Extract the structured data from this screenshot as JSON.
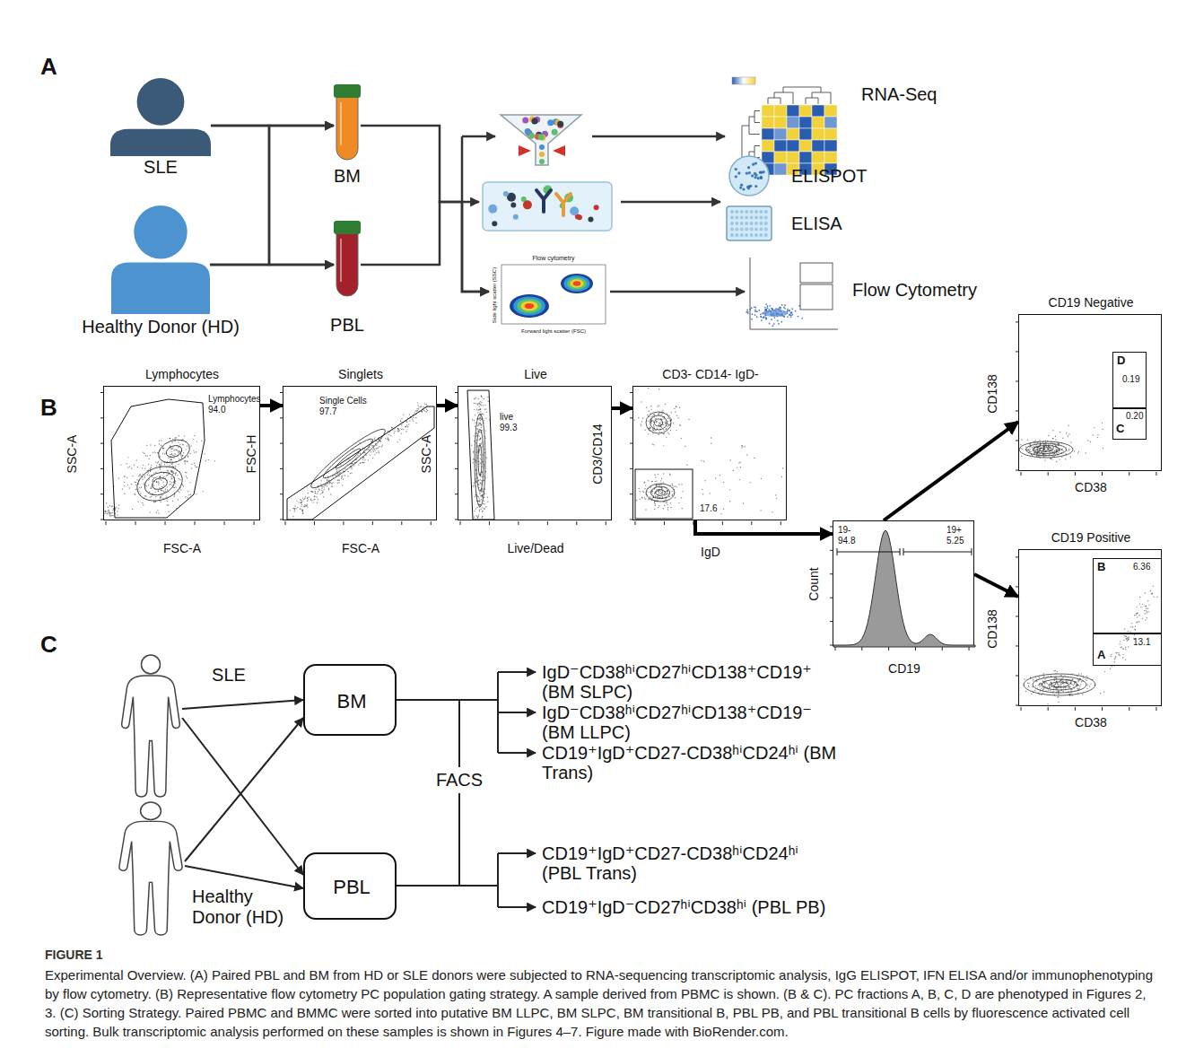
{
  "diagram": {
    "title": "FIGURE 1",
    "caption": "Experimental Overview. (A) Paired PBL and BM from HD or SLE donors were subjected to RNA-sequencing transcriptomic analysis, IgG ELISPOT, IFN ELISA and/or immunophenotyping by flow cytometry. (B) Representative flow cytometry PC population gating strategy. A sample derived from PBMC is shown. (B & C). PC fractions A, B, C, D are phenotyped in Figures 2, 3. (C) Sorting Strategy. Paired PBMC and BMMC were sorted into putative BM LLPC, BM SLPC, BM transitional B, PBL PB, and PBL transitional B cells by fluorescence activated cell sorting. Bulk transcriptomic analysis performed on these samples is shown in Figures 4–7. Figure made with BioRender.com.",
    "nodes": [
      {
        "text": [
          "SLE"
        ]
      },
      {
        "text": [
          "Healthy Donor (HD)"
        ]
      },
      {
        "text": [
          "BM"
        ]
      },
      {
        "text": [
          "PBL"
        ]
      },
      {
        "text": [
          "Flow cytometry",
          "Side light scatter (SSC)",
          "Forward light scatter (FSC)"
        ]
      },
      {
        "text": [
          "RNA-Seq"
        ]
      },
      {
        "text": [
          "ELISPOT"
        ]
      },
      {
        "text": [
          "ELISA"
        ]
      },
      {
        "text": [
          "Flow Cytometry"
        ]
      },
      {
        "text": [
          "Lymphocytes",
          "SSC-A",
          "FSC-A",
          "Lymphocytes 94.0"
        ]
      },
      {
        "text": [
          "Singlets",
          "FSC-H",
          "FSC-A",
          "Single Cells 97.7"
        ]
      },
      {
        "text": [
          "Live",
          "SSC-A",
          "Live/Dead",
          "live 99.3"
        ]
      },
      {
        "text": [
          "CD3- CD14- IgD-",
          "CD3/CD14",
          "IgD",
          "17.6"
        ]
      },
      {
        "text": [
          "Count",
          "CD19",
          "19- 94.8",
          "19+ 5.25"
        ]
      },
      {
        "text": [
          "CD19 Negative",
          "CD138",
          "CD38"
        ]
      },
      {
        "text": [
          "D",
          "0.19"
        ],
        "in": 14
      },
      {
        "text": [
          "C",
          "0.20"
        ],
        "in": 14
      },
      {
        "text": [
          "CD19 Positive",
          "CD138",
          "CD38"
        ]
      },
      {
        "text": [
          "B",
          "6.36"
        ],
        "in": 17
      },
      {
        "text": [
          "A",
          "13.1"
        ],
        "in": 17
      },
      {
        "text": [
          "SLE"
        ]
      },
      {
        "text": [
          "Healthy Donor (HD)"
        ]
      },
      {
        "text": [
          "BM"
        ]
      },
      {
        "text": [
          "PBL"
        ]
      }
    ],
    "edges": [
      {
        "from": 0,
        "to": 2,
        "arrow": "to"
      },
      {
        "from": 0,
        "to": 3,
        "arrow": "to"
      },
      {
        "from": 1,
        "to": 2,
        "arrow": "to"
      },
      {
        "from": 1,
        "to": 3,
        "arrow": "to"
      },
      {
        "from": 2,
        "to": 4,
        "arrow": "to"
      },
      {
        "from": 3,
        "to": 4,
        "arrow": "to"
      },
      {
        "from": 4,
        "to": 8,
        "arrow": "to"
      },
      {
        "from": 9,
        "to": 10,
        "arrow": "to"
      },
      {
        "from": 10,
        "to": 11,
        "arrow": "to"
      },
      {
        "from": 11,
        "to": 12,
        "arrow": "to"
      },
      {
        "from": 12,
        "to": 13,
        "arrow": "to"
      },
      {
        "from": 13,
        "to": 14,
        "arrow": "to"
      },
      {
        "from": 13,
        "to": 17,
        "arrow": "to"
      },
      {
        "from": 20,
        "to": 22,
        "arrow": "to"
      },
      {
        "from": 20,
        "to": 23,
        "arrow": "to"
      },
      {
        "from": 21,
        "to": 22,
        "arrow": "to"
      },
      {
        "from": 21,
        "to": 23,
        "arrow": "to"
      }
    ],
    "labels": [
      "A",
      "B",
      "C",
      "IgD⁻CD38ʰⁱCD27ʰⁱCD138⁺CD19⁺ (BM SLPC)",
      "IgD⁻CD38ʰⁱCD27ʰⁱCD138⁺CD19⁻ (BM LLPC)",
      "CD19⁺IgD⁺CD27-CD38ʰⁱCD24ʰⁱ (BM Trans)",
      "FACS",
      "CD19⁺IgD⁺CD27-CD38ʰⁱCD24ʰⁱ (PBL Trans)",
      "CD19⁺IgD⁻CD27ʰⁱCD38ʰⁱ (PBL PB)"
    ]
  }
}
